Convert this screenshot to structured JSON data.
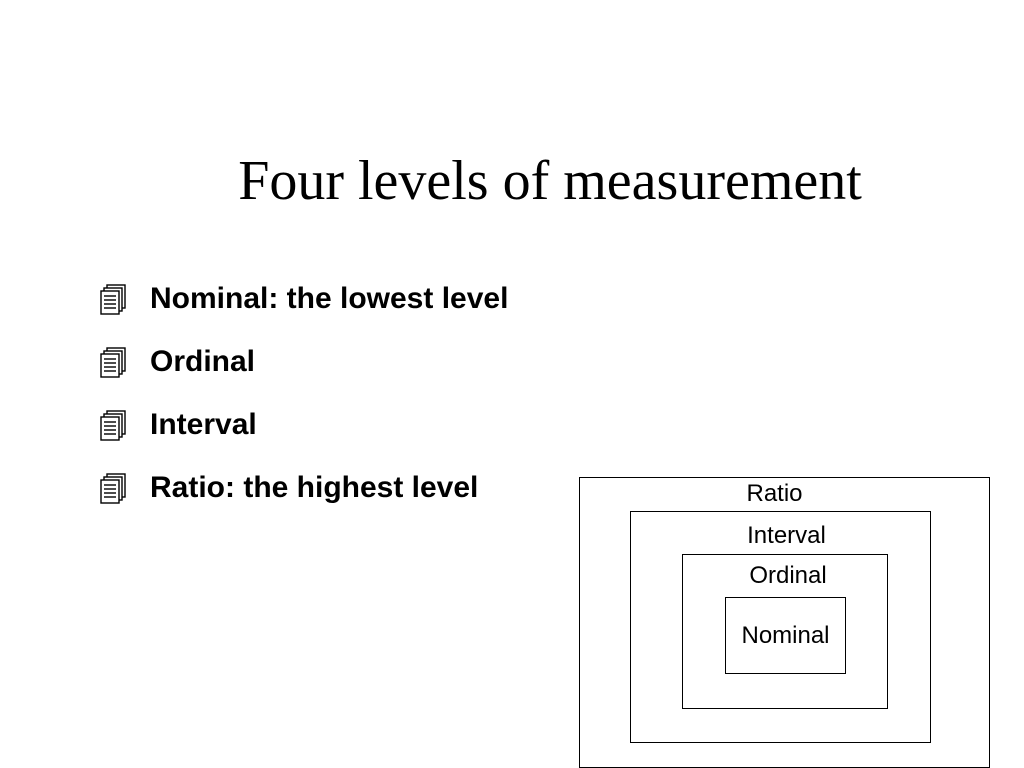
{
  "slide": {
    "title": "Four levels of measurement",
    "bullets": [
      {
        "text": "Nominal: the lowest level",
        "icon": "document-stack-icon"
      },
      {
        "text": "Ordinal",
        "icon": "document-stack-icon"
      },
      {
        "text": "Interval",
        "icon": "document-stack-icon"
      },
      {
        "text": "Ratio: the highest level",
        "icon": "document-stack-icon"
      }
    ]
  },
  "diagram": {
    "nested_boxes": [
      {
        "label": "Ratio"
      },
      {
        "label": "Interval"
      },
      {
        "label": "Ordinal"
      },
      {
        "label": "Nominal"
      }
    ]
  }
}
